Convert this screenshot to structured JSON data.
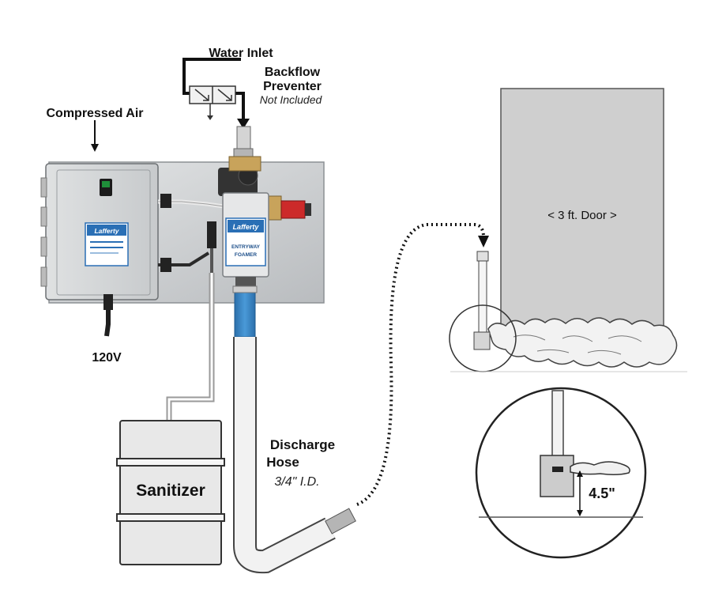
{
  "labels": {
    "water_inlet": "Water Inlet",
    "backflow_line1": "Backflow",
    "backflow_line2": "Preventer",
    "not_included": "Not Included",
    "compressed_air": "Compressed Air",
    "voltage": "120V",
    "door": "< 3 ft. Door >",
    "discharge_line1": "Discharge",
    "discharge_line2": "Hose",
    "hose_id": "3/4\" I.D.",
    "sanitizer": "Sanitizer",
    "height": "4.5\""
  },
  "device": {
    "brand": "Lafferty",
    "unit_name_line1": "ENTRYWAY",
    "unit_name_line2": "FOAMER"
  },
  "colors": {
    "hose_blue": "#3a86c4",
    "door_gray": "#cfcfcf",
    "panel_steel": "#cfd2d4"
  }
}
